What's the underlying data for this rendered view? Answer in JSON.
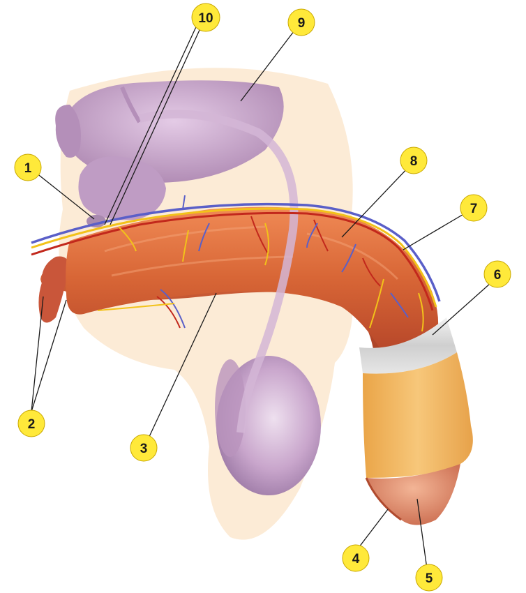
{
  "figure": {
    "labels": [
      "1",
      "2",
      "3",
      "4",
      "5",
      "6",
      "7",
      "8",
      "9",
      "10"
    ]
  },
  "colors": {
    "label_fill": "#ffe93a",
    "label_border": "#c9a800",
    "label_text": "#1a1a1a",
    "leader_line": "#1a1a1a",
    "background_skin": "#fbe7cf",
    "bladder_and_testis": "#c9a0c8",
    "vas_deferens": "#d4b6d6",
    "erectile_tissue": "#d96a3a",
    "corpus_spongiosum": "#c8552e",
    "nerves": "#f2c21a",
    "arteries": "#c2281c",
    "veins": "#5a5fc8",
    "fascia_band": "#d9d9d9",
    "foreskin": "#f0b55a",
    "glans": "#e89a78"
  }
}
